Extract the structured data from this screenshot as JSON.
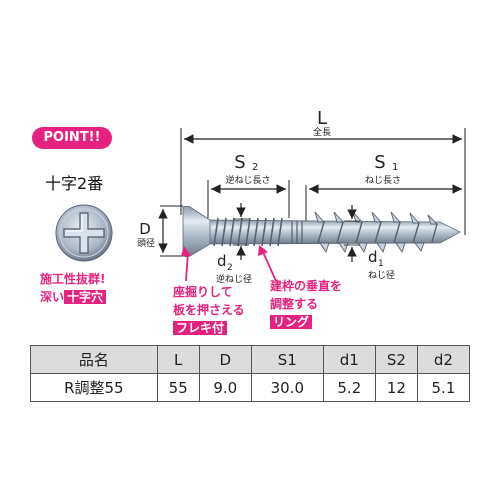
{
  "point_label": "POINT!!",
  "head_type": "十字2番",
  "note_left": {
    "line1": "施工性抜群!",
    "line2_prefix": "深い",
    "line2_highlight": "十字穴"
  },
  "note_mid": {
    "line1": "座掘りして",
    "line2": "板を押さえる",
    "highlight": "フレキ付"
  },
  "note_right": {
    "line1": "建枠の垂直を",
    "line2": "調整する",
    "highlight": "リング"
  },
  "dims": {
    "L": "L",
    "L_sub": "全長",
    "S2": "S",
    "S2_idx": "2",
    "S2_sub": "逆ねじ長さ",
    "S1": "S",
    "S1_idx": "1",
    "S1_sub": "ねじ長さ",
    "D": "D",
    "D_sub": "頭径",
    "d2": "d",
    "d2_idx": "2",
    "d2_sub": "逆ねじ径",
    "d1": "d",
    "d1_idx": "1",
    "d1_sub": "ねじ径"
  },
  "table": {
    "headers": [
      "品名",
      "L",
      "D",
      "S1",
      "d1",
      "S2",
      "d2"
    ],
    "rows": [
      [
        "R調整55",
        "55",
        "9.0",
        "30.0",
        "5.2",
        "12",
        "5.1"
      ]
    ]
  },
  "colors": {
    "accent": "#e5227f",
    "table_header": "#dcdcdc",
    "screw": "#b9c6d4"
  }
}
